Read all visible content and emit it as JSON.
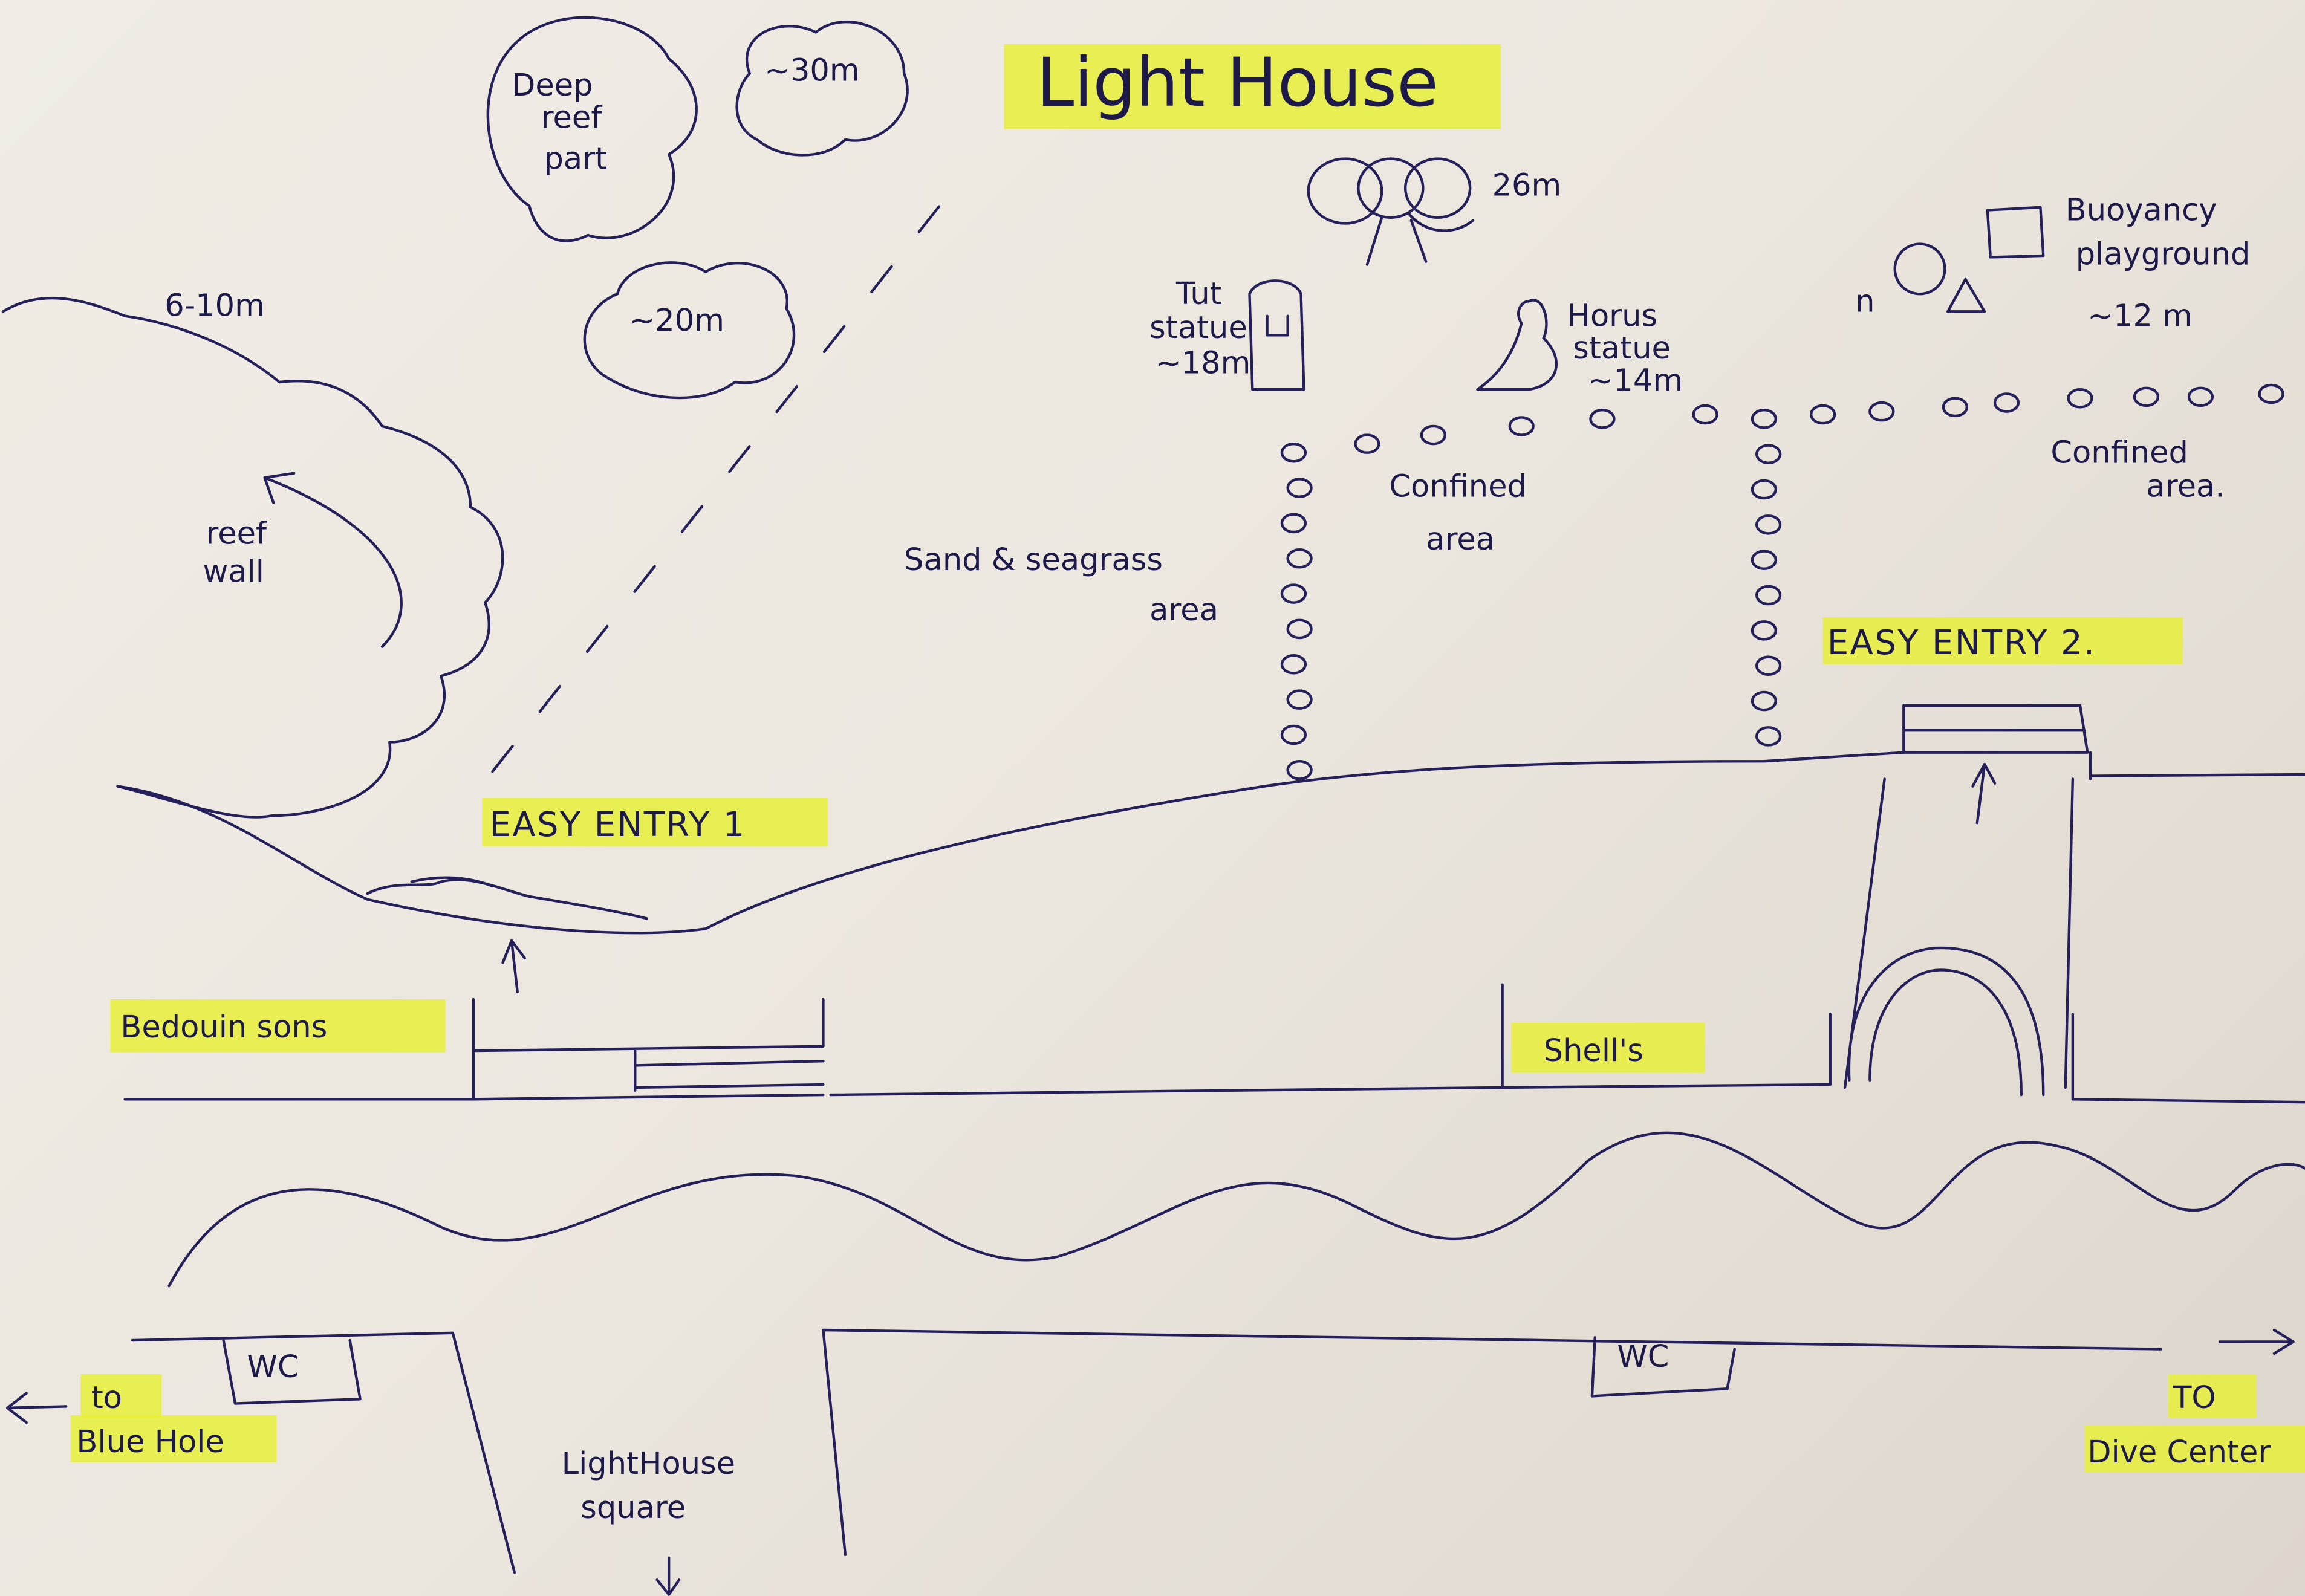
{
  "title": "Light House",
  "depth_zones": {
    "deep_reef": [
      "Deep",
      "reef",
      "part"
    ],
    "depth_30": "~30m",
    "depth_20": "~20m",
    "reef_depth": "6-10m",
    "reef_wall": [
      "reef",
      "wall"
    ]
  },
  "statues": {
    "elephant_depth": "26m",
    "tut": [
      "Tut",
      "statue",
      "~18m"
    ],
    "horus": [
      "Horus",
      "statue",
      "~14m"
    ]
  },
  "buoyancy": {
    "label": [
      "Buoyancy",
      "playground"
    ],
    "depth": "~12 m",
    "shape_n": "n"
  },
  "areas": {
    "confined_1": [
      "Confined",
      "area"
    ],
    "confined_2": [
      "Confined",
      "area."
    ],
    "sand": [
      "Sand & seagrass",
      "area"
    ]
  },
  "entries": {
    "entry1": "EASY ENTRY 1",
    "entry2": "EASY ENTRY 2."
  },
  "buildings": {
    "bedouin": "Bedouin sons",
    "shells": "Shell's",
    "wc1": "WC",
    "wc2": "WC"
  },
  "directions": {
    "blue_hole": [
      "to",
      "Blue Hole"
    ],
    "square": [
      "LightHouse",
      "square"
    ],
    "dive_center": [
      "TO",
      "Dive Center"
    ]
  },
  "colors": {
    "ink": "#25205a",
    "highlight": "#e8f03a",
    "paper": "#efebe4"
  }
}
